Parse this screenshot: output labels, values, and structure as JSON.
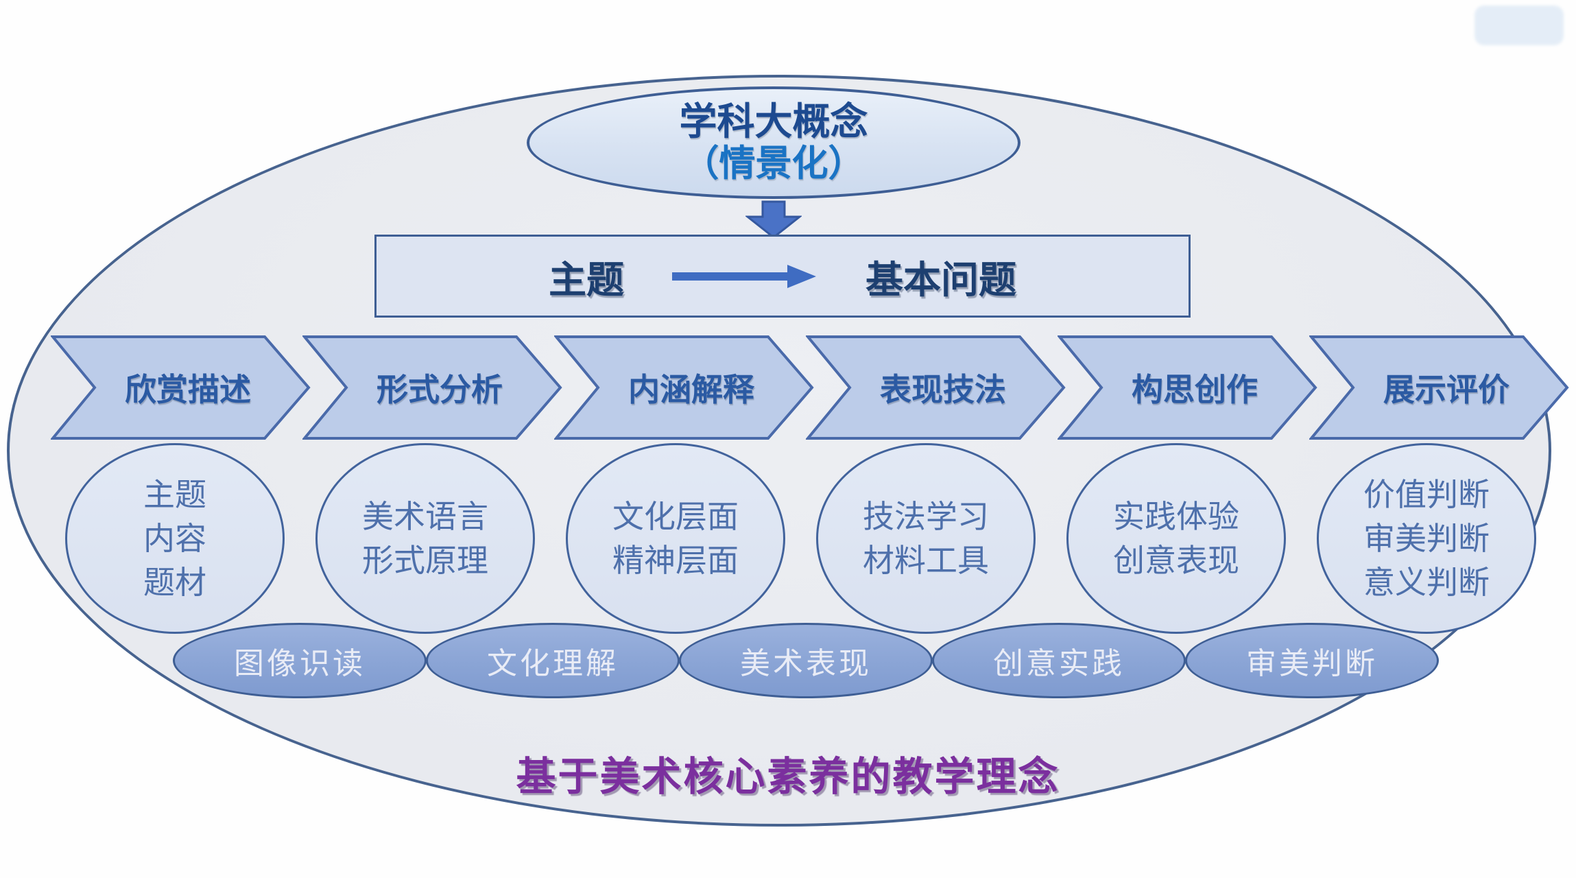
{
  "diagram": {
    "top_ellipse": {
      "line1": "学科大概念",
      "line2": "（情景化）"
    },
    "theme_box": {
      "left": "主题",
      "right": "基本问题"
    },
    "stages": [
      "欣赏描述",
      "形式分析",
      "内涵解释",
      "表现技法",
      "构思创作",
      "展示评价"
    ],
    "details": [
      {
        "lines": [
          "主题",
          "内容",
          "题材"
        ]
      },
      {
        "lines": [
          "美术语言",
          "形式原理"
        ]
      },
      {
        "lines": [
          "文化层面",
          "精神层面"
        ]
      },
      {
        "lines": [
          "技法学习",
          "材料工具"
        ]
      },
      {
        "lines": [
          "实践体验",
          "创意表现"
        ]
      },
      {
        "lines": [
          "价值判断",
          "审美判断",
          "意义判断"
        ]
      }
    ],
    "competencies": [
      "图像识读",
      "文化理解",
      "美术表现",
      "创意实践",
      "审美判断"
    ],
    "caption": "基于美术核心素养的教学理念",
    "colors": {
      "outer_fill": "#e9ebf0",
      "outer_border": "#47638f",
      "node_fill": "#dde4f2",
      "node_border": "#3e5e94",
      "chevron_fill": "#bccce9",
      "chevron_text": "#2b5aa3",
      "concept_text_dark": "#1d4a90",
      "concept_text_bright": "#1a73c4",
      "theme_text": "#1d3f70",
      "arrow_blue": "#3f6cc2",
      "detail_text": "#4e70ab",
      "competency_fill": "#8fa9d8",
      "competency_text": "#e9ecf6",
      "caption_purple": "#7b2f9e"
    }
  }
}
